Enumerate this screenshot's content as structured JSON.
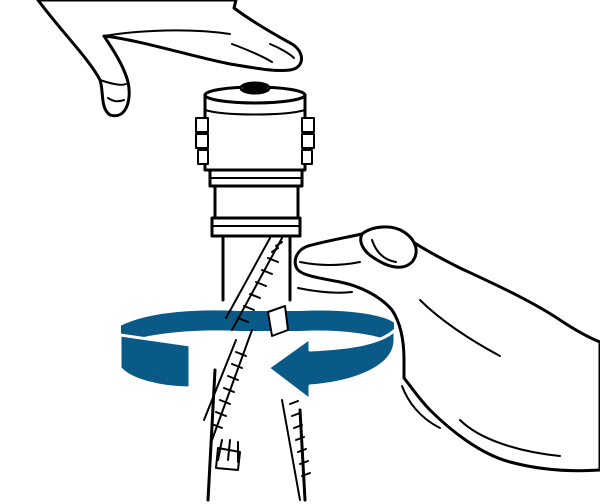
{
  "illustration": {
    "subject": "brush-roll-end-cap-removal",
    "action": "twist",
    "rotation_direction": "counterclockwise",
    "colors": {
      "line": "#000000",
      "background": "#ffffff",
      "arrow_fill": "#0a5a87",
      "arrow_stroke": "#ffffff"
    },
    "icons": [
      "upper-hand",
      "lower-hand",
      "brush-roll",
      "end-cap",
      "rotation-arrow-icon"
    ]
  }
}
